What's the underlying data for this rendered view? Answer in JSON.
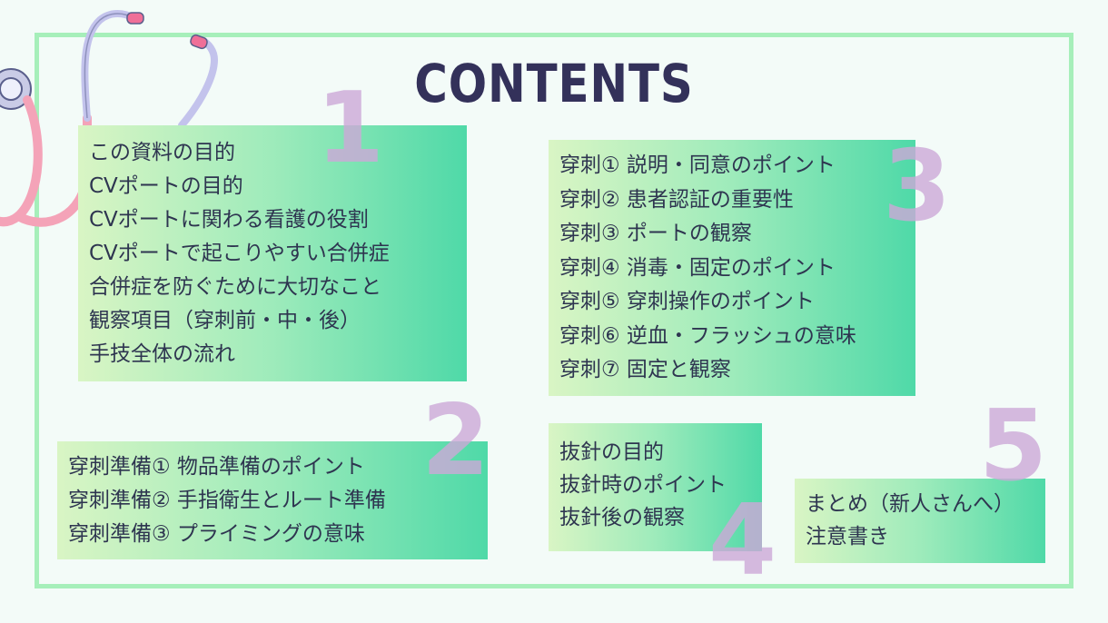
{
  "title": "CONTENTS",
  "sections": [
    {
      "number": "1",
      "items": [
        "この資料の目的",
        "CVポートの目的",
        "CVポートに関わる看護の役割",
        "CVポートで起こりやすい合併症",
        "合併症を防ぐために大切なこと",
        "観察項目（穿刺前・中・後）",
        "手技全体の流れ"
      ]
    },
    {
      "number": "2",
      "items": [
        "穿刺準備① 物品準備のポイント",
        "穿刺準備② 手指衛生とルート準備",
        "穿刺準備③ プライミングの意味"
      ]
    },
    {
      "number": "3",
      "items": [
        "穿刺① 説明・同意のポイント",
        "穿刺② 患者認証の重要性",
        "穿刺③ ポートの観察",
        "穿刺④ 消毒・固定のポイント",
        "穿刺⑤ 穿刺操作のポイント",
        "穿刺⑥ 逆血・フラッシュの意味",
        "穿刺⑦ 固定と観察"
      ]
    },
    {
      "number": "4",
      "items": [
        "抜針の目的",
        "抜針時のポイント",
        "抜針後の観察"
      ]
    },
    {
      "number": "5",
      "items": [
        "まとめ（新人さんへ）",
        "注意書き"
      ]
    }
  ],
  "colors": {
    "frame": "#a6efba",
    "title": "#33315a",
    "number": "#cda9d8",
    "box_gradient_start": "#d9f5c4",
    "box_gradient_end": "#4fd9a8"
  },
  "icons": [
    "stethoscope-icon"
  ]
}
